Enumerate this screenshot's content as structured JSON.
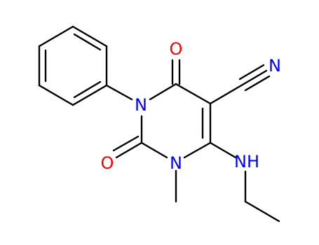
{
  "colors": {
    "carbon": "#000000",
    "nitrogen": "#0000ff",
    "oxygen": "#ff0000",
    "background": "#ffffff"
  },
  "atoms": {
    "n_phenyl": "N",
    "n_methyl": "N",
    "o_top": "O",
    "o_left": "O",
    "n_nitrile": "N",
    "nh_amine": "NH"
  }
}
